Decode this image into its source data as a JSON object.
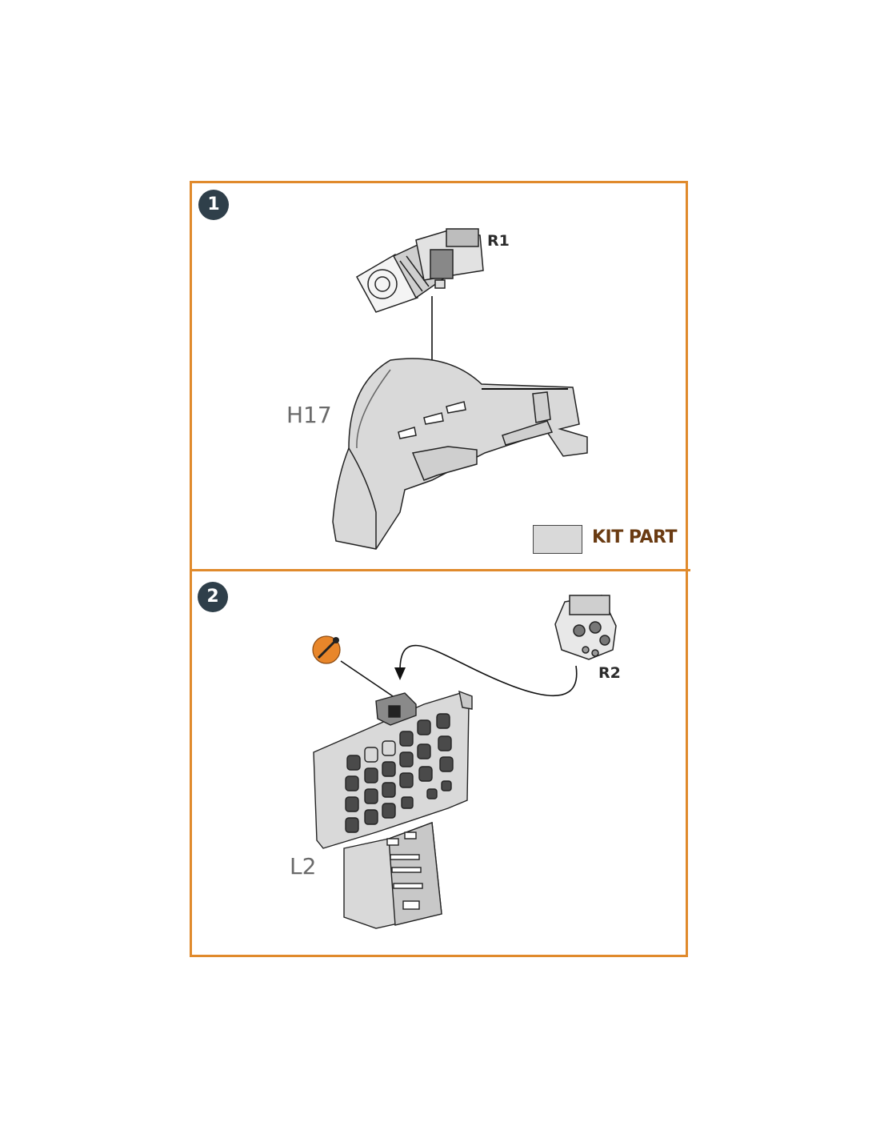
{
  "steps": [
    {
      "number": "1",
      "parts": {
        "resin": "R1",
        "kit": "H17"
      }
    },
    {
      "number": "2",
      "parts": {
        "resin": "R2",
        "kit": "L2"
      }
    }
  ],
  "legend": {
    "kit_part_label": "KIT PART",
    "kit_part_color": "#d9d9d9"
  },
  "colors": {
    "frame": "#e08a2c",
    "step_badge": "#2f3f4a",
    "paint_icon": "#e8862a"
  },
  "icons": {
    "paint_hint": "paintbrush-icon"
  }
}
